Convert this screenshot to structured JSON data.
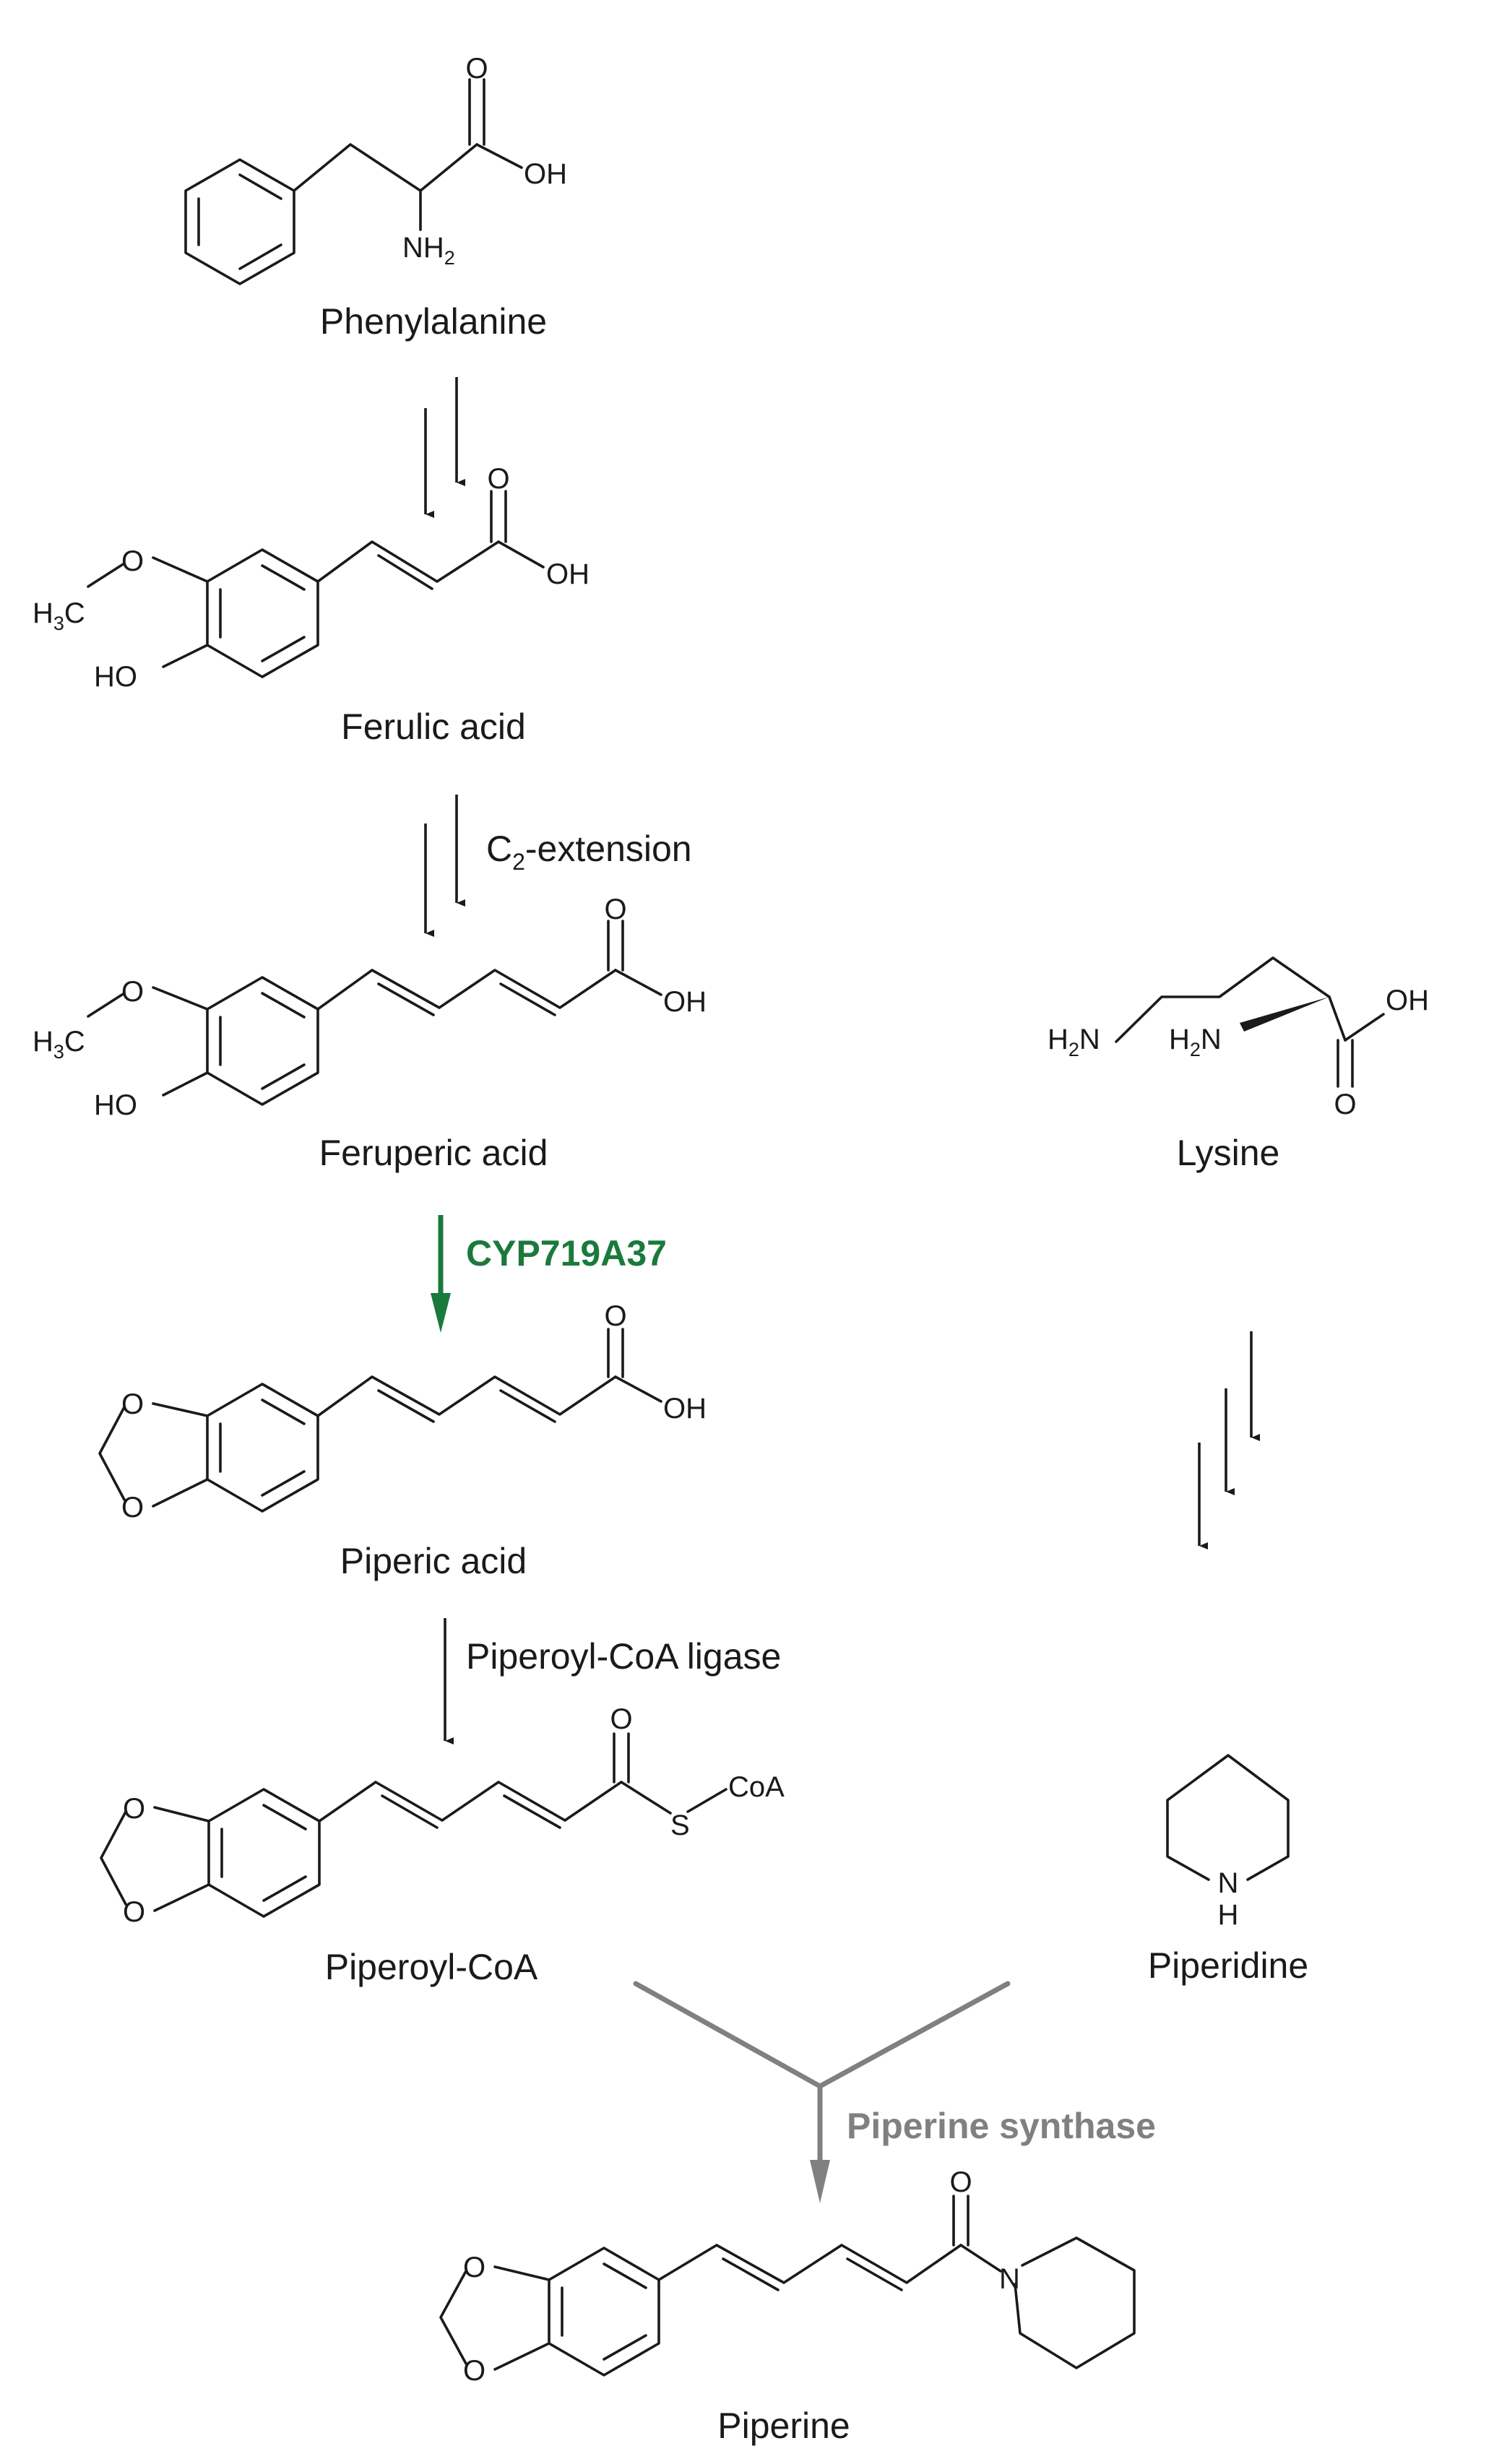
{
  "compounds": {
    "phenylalanine": "Phenylalanine",
    "ferulic_acid": "Ferulic acid",
    "feruperic_acid": "Feruperic acid",
    "piperic_acid": "Piperic acid",
    "piperoyl_coa": "Piperoyl-CoA",
    "lysine": "Lysine",
    "piperidine": "Piperidine",
    "piperine": "Piperine"
  },
  "steps": {
    "c2_prefix": "C",
    "c2_sub": "2",
    "c2_suffix": "-extension",
    "cyp": "CYP719A37",
    "ligase": "Piperoyl-CoA ligase",
    "synthase": "Piperine synthase"
  },
  "atoms": {
    "oxygen": "O",
    "oh": "OH",
    "ho": "HO",
    "nitrogen": "N",
    "hydrogen": "H",
    "h2n": "H",
    "two": "2",
    "three": "3",
    "carbon": "C",
    "sulfur": "S",
    "coa": "CoA",
    "nh_n": "N"
  },
  "colors": {
    "green_arrow": "#1a7a3c",
    "grey_arrow": "#808080",
    "ink": "#1a1a1a"
  }
}
